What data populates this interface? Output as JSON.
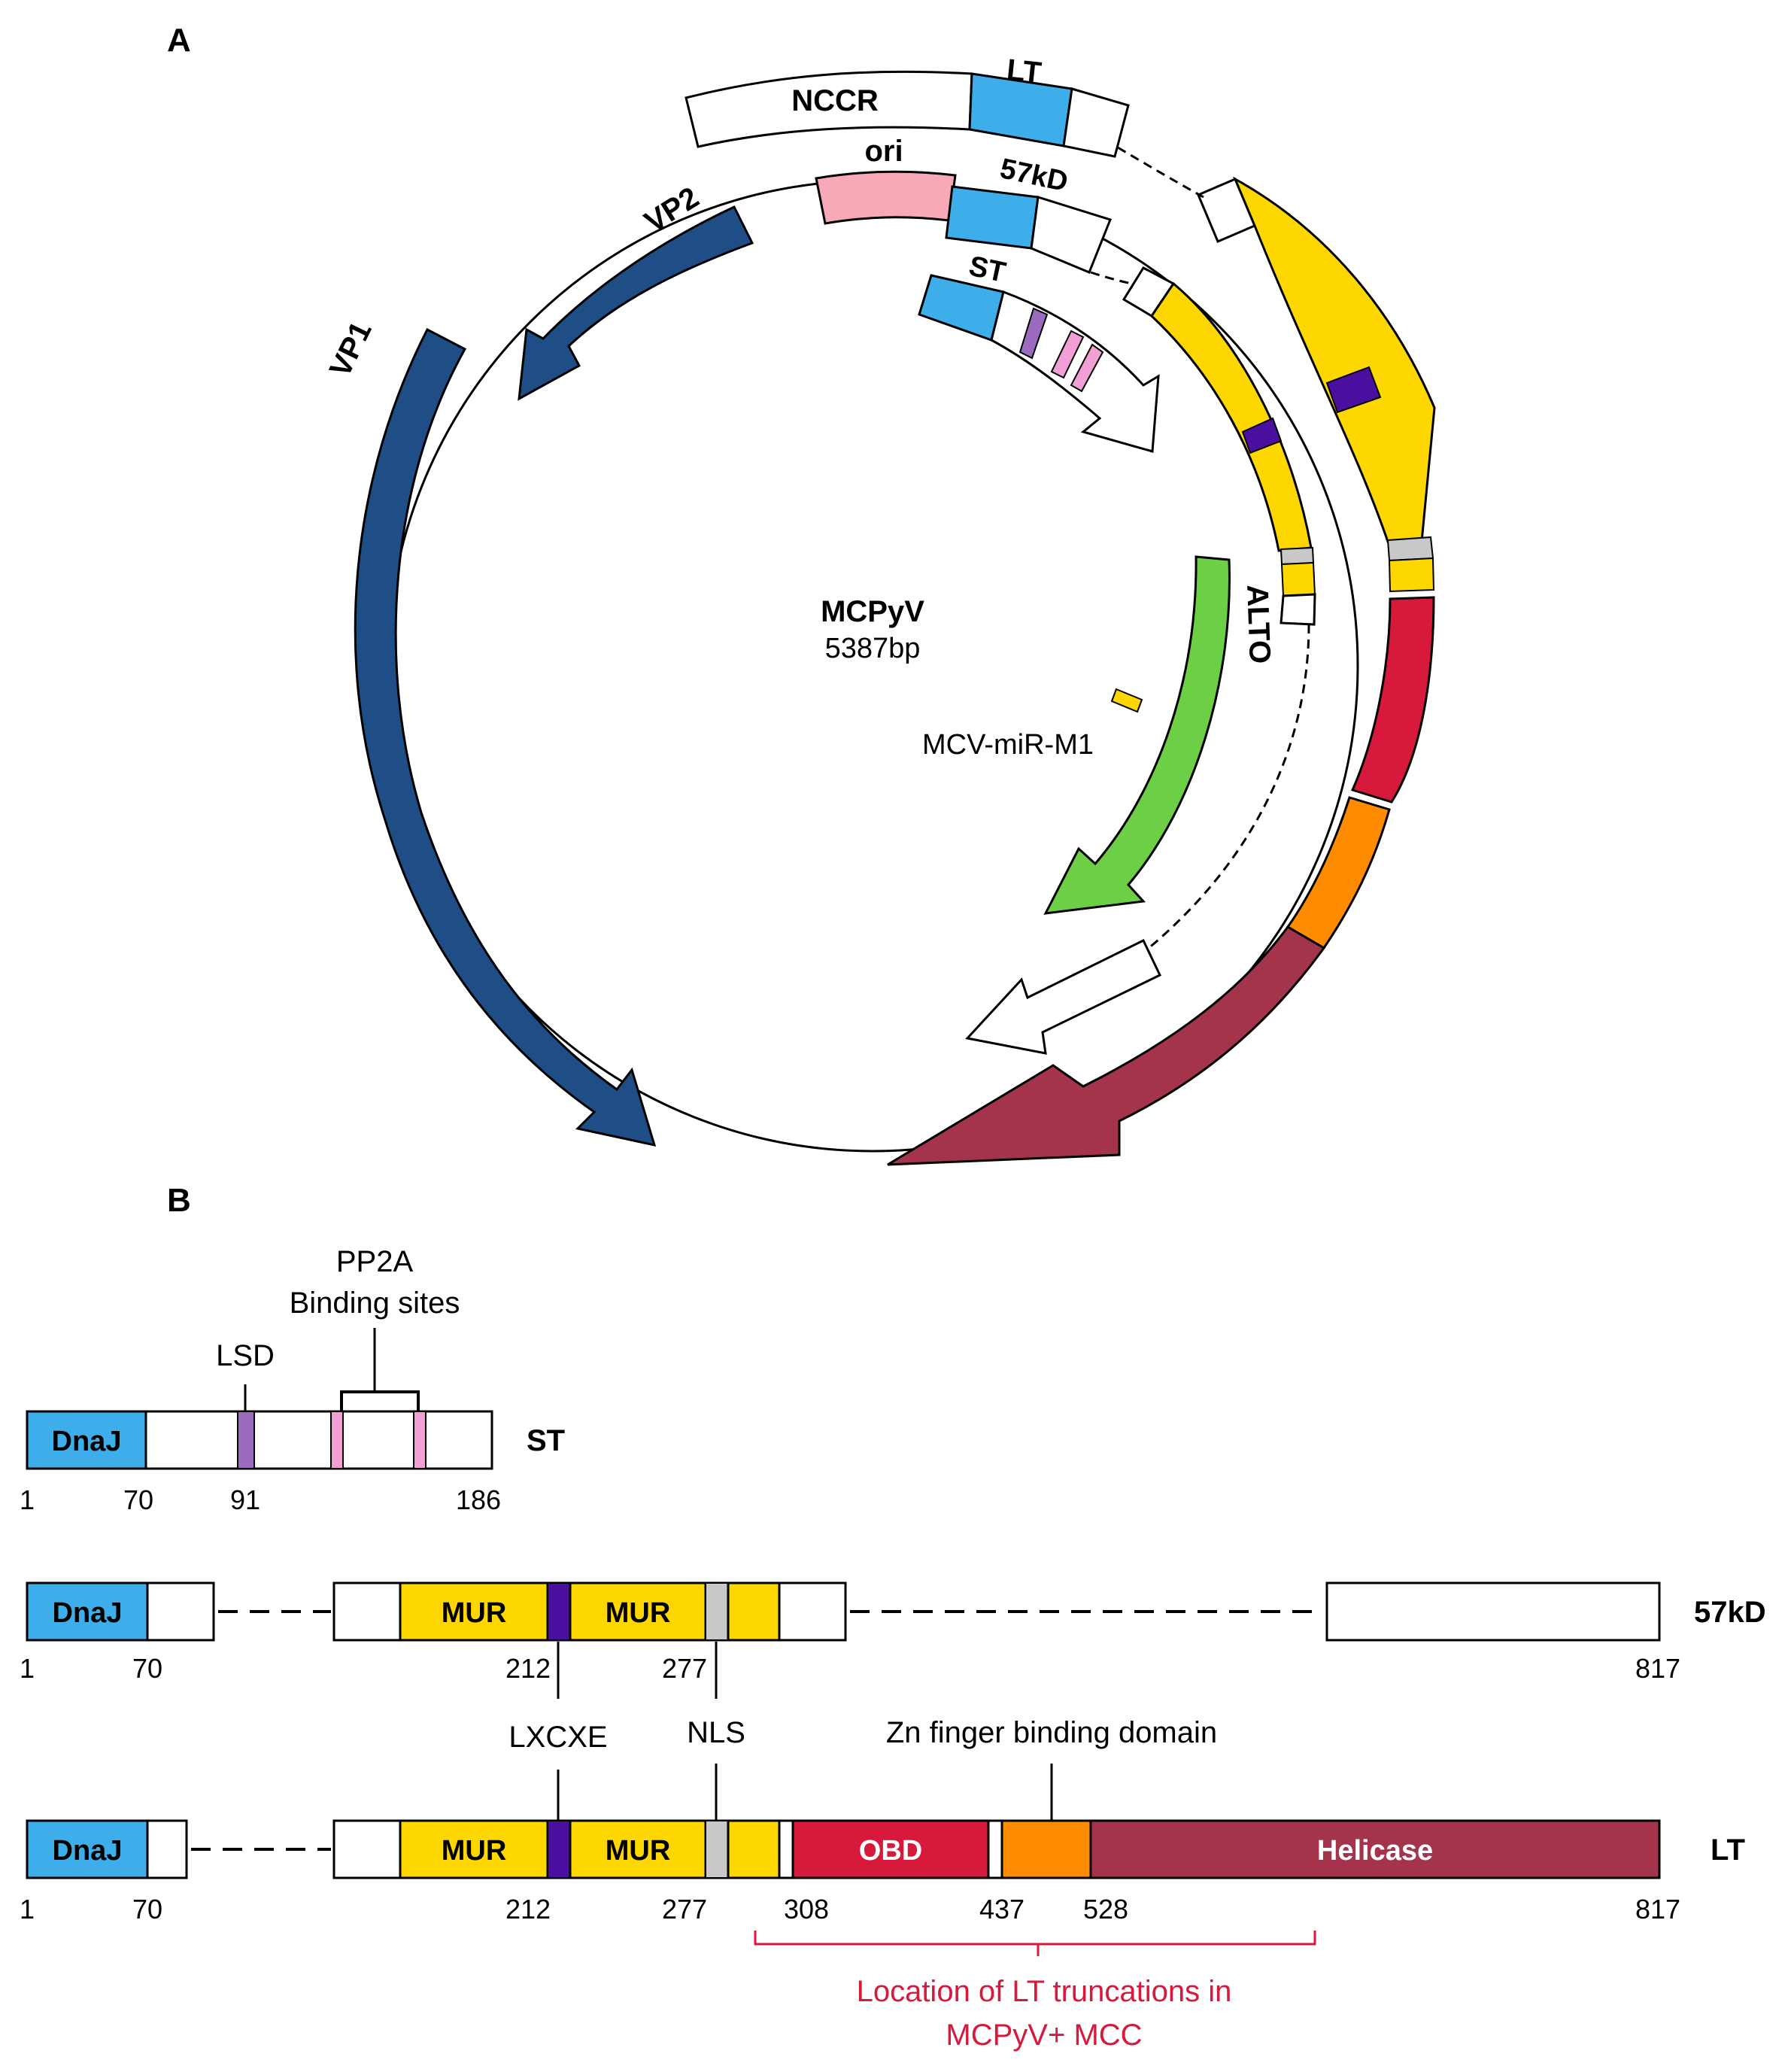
{
  "panel_a": {
    "label": "A",
    "genome": {
      "name": "MCPyV",
      "size": "5387bp"
    },
    "labels": {
      "nccr": "NCCR",
      "lt": "LT",
      "ori": "ori",
      "kd57": "57kD",
      "st": "ST",
      "vp1": "VP1",
      "vp2": "VP2",
      "alto": "ALTO",
      "mirna": "MCV-miR-M1"
    }
  },
  "panel_b": {
    "label": "B",
    "st": {
      "name": "ST",
      "domain": "DnaJ",
      "lsd": "LSD",
      "pp2a_line1": "PP2A",
      "pp2a_line2": "Binding sites",
      "ticks": [
        "1",
        "70",
        "91",
        "186"
      ]
    },
    "kd57": {
      "name": "57kD",
      "domain": "DnaJ",
      "mur1": "MUR",
      "mur2": "MUR",
      "ticks": [
        "1",
        "70",
        "212",
        "277",
        "817"
      ]
    },
    "motifs": {
      "lxcxe": "LXCXE",
      "nls": "NLS",
      "zn": "Zn finger binding domain"
    },
    "lt": {
      "name": "LT",
      "domain": "DnaJ",
      "mur1": "MUR",
      "mur2": "MUR",
      "obd": "OBD",
      "helicase": "Helicase",
      "ticks": [
        "1",
        "70",
        "212",
        "277",
        "308",
        "437",
        "528",
        "817"
      ]
    },
    "truncation_line1": "Location of LT truncations in",
    "truncation_line2": "MCPyV+ MCC"
  },
  "colors": {
    "dnaj": "#3daee9",
    "mur": "#ffd700",
    "lxcxe": "#4b0fa0",
    "nls": "#c8c8c8",
    "obd": "#d7193c",
    "zn": "#ff8c00",
    "helicase": "#a4344c",
    "vp": "#1f4e86",
    "alto": "#6ccf46",
    "ori": "#f8a9b8",
    "lsd": "#9b6bc0",
    "pp2a": "#f29fd6",
    "truncation": "#d7193c"
  }
}
